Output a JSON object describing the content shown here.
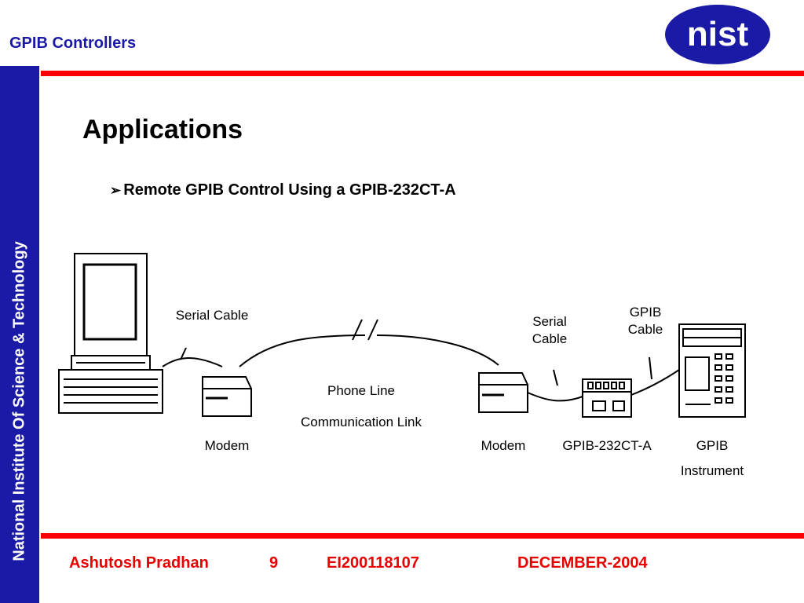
{
  "header": {
    "title": "GPIB Controllers",
    "logo_text": "nist"
  },
  "sidebar": {
    "text": "National Institute Of Science & Technology"
  },
  "slide": {
    "title": "Applications",
    "bullet": {
      "marker": "➢",
      "text": "Remote GPIB Control Using a GPIB-232CT-A"
    }
  },
  "diagram": {
    "labels": {
      "serial_cable_1": "Serial Cable",
      "serial_cable_2_line1": "Serial",
      "serial_cable_2_line2": "Cable",
      "gpib_cable_line1": "GPIB",
      "gpib_cable_line2": "Cable",
      "phone_line_1": "Phone Line",
      "phone_line_2": "Communication Link",
      "modem_1": "Modem",
      "modem_2": "Modem",
      "converter": "GPIB-232CT-A",
      "instrument_line1": "GPIB",
      "instrument_line2": "Instrument"
    }
  },
  "footer": {
    "author": "Ashutosh Pradhan",
    "page": "9",
    "id": "EI200118107",
    "date": "DECEMBER-2004"
  },
  "colors": {
    "blue": "#1a1aa6",
    "red": "#ff0000",
    "footer_red": "#e60000"
  }
}
